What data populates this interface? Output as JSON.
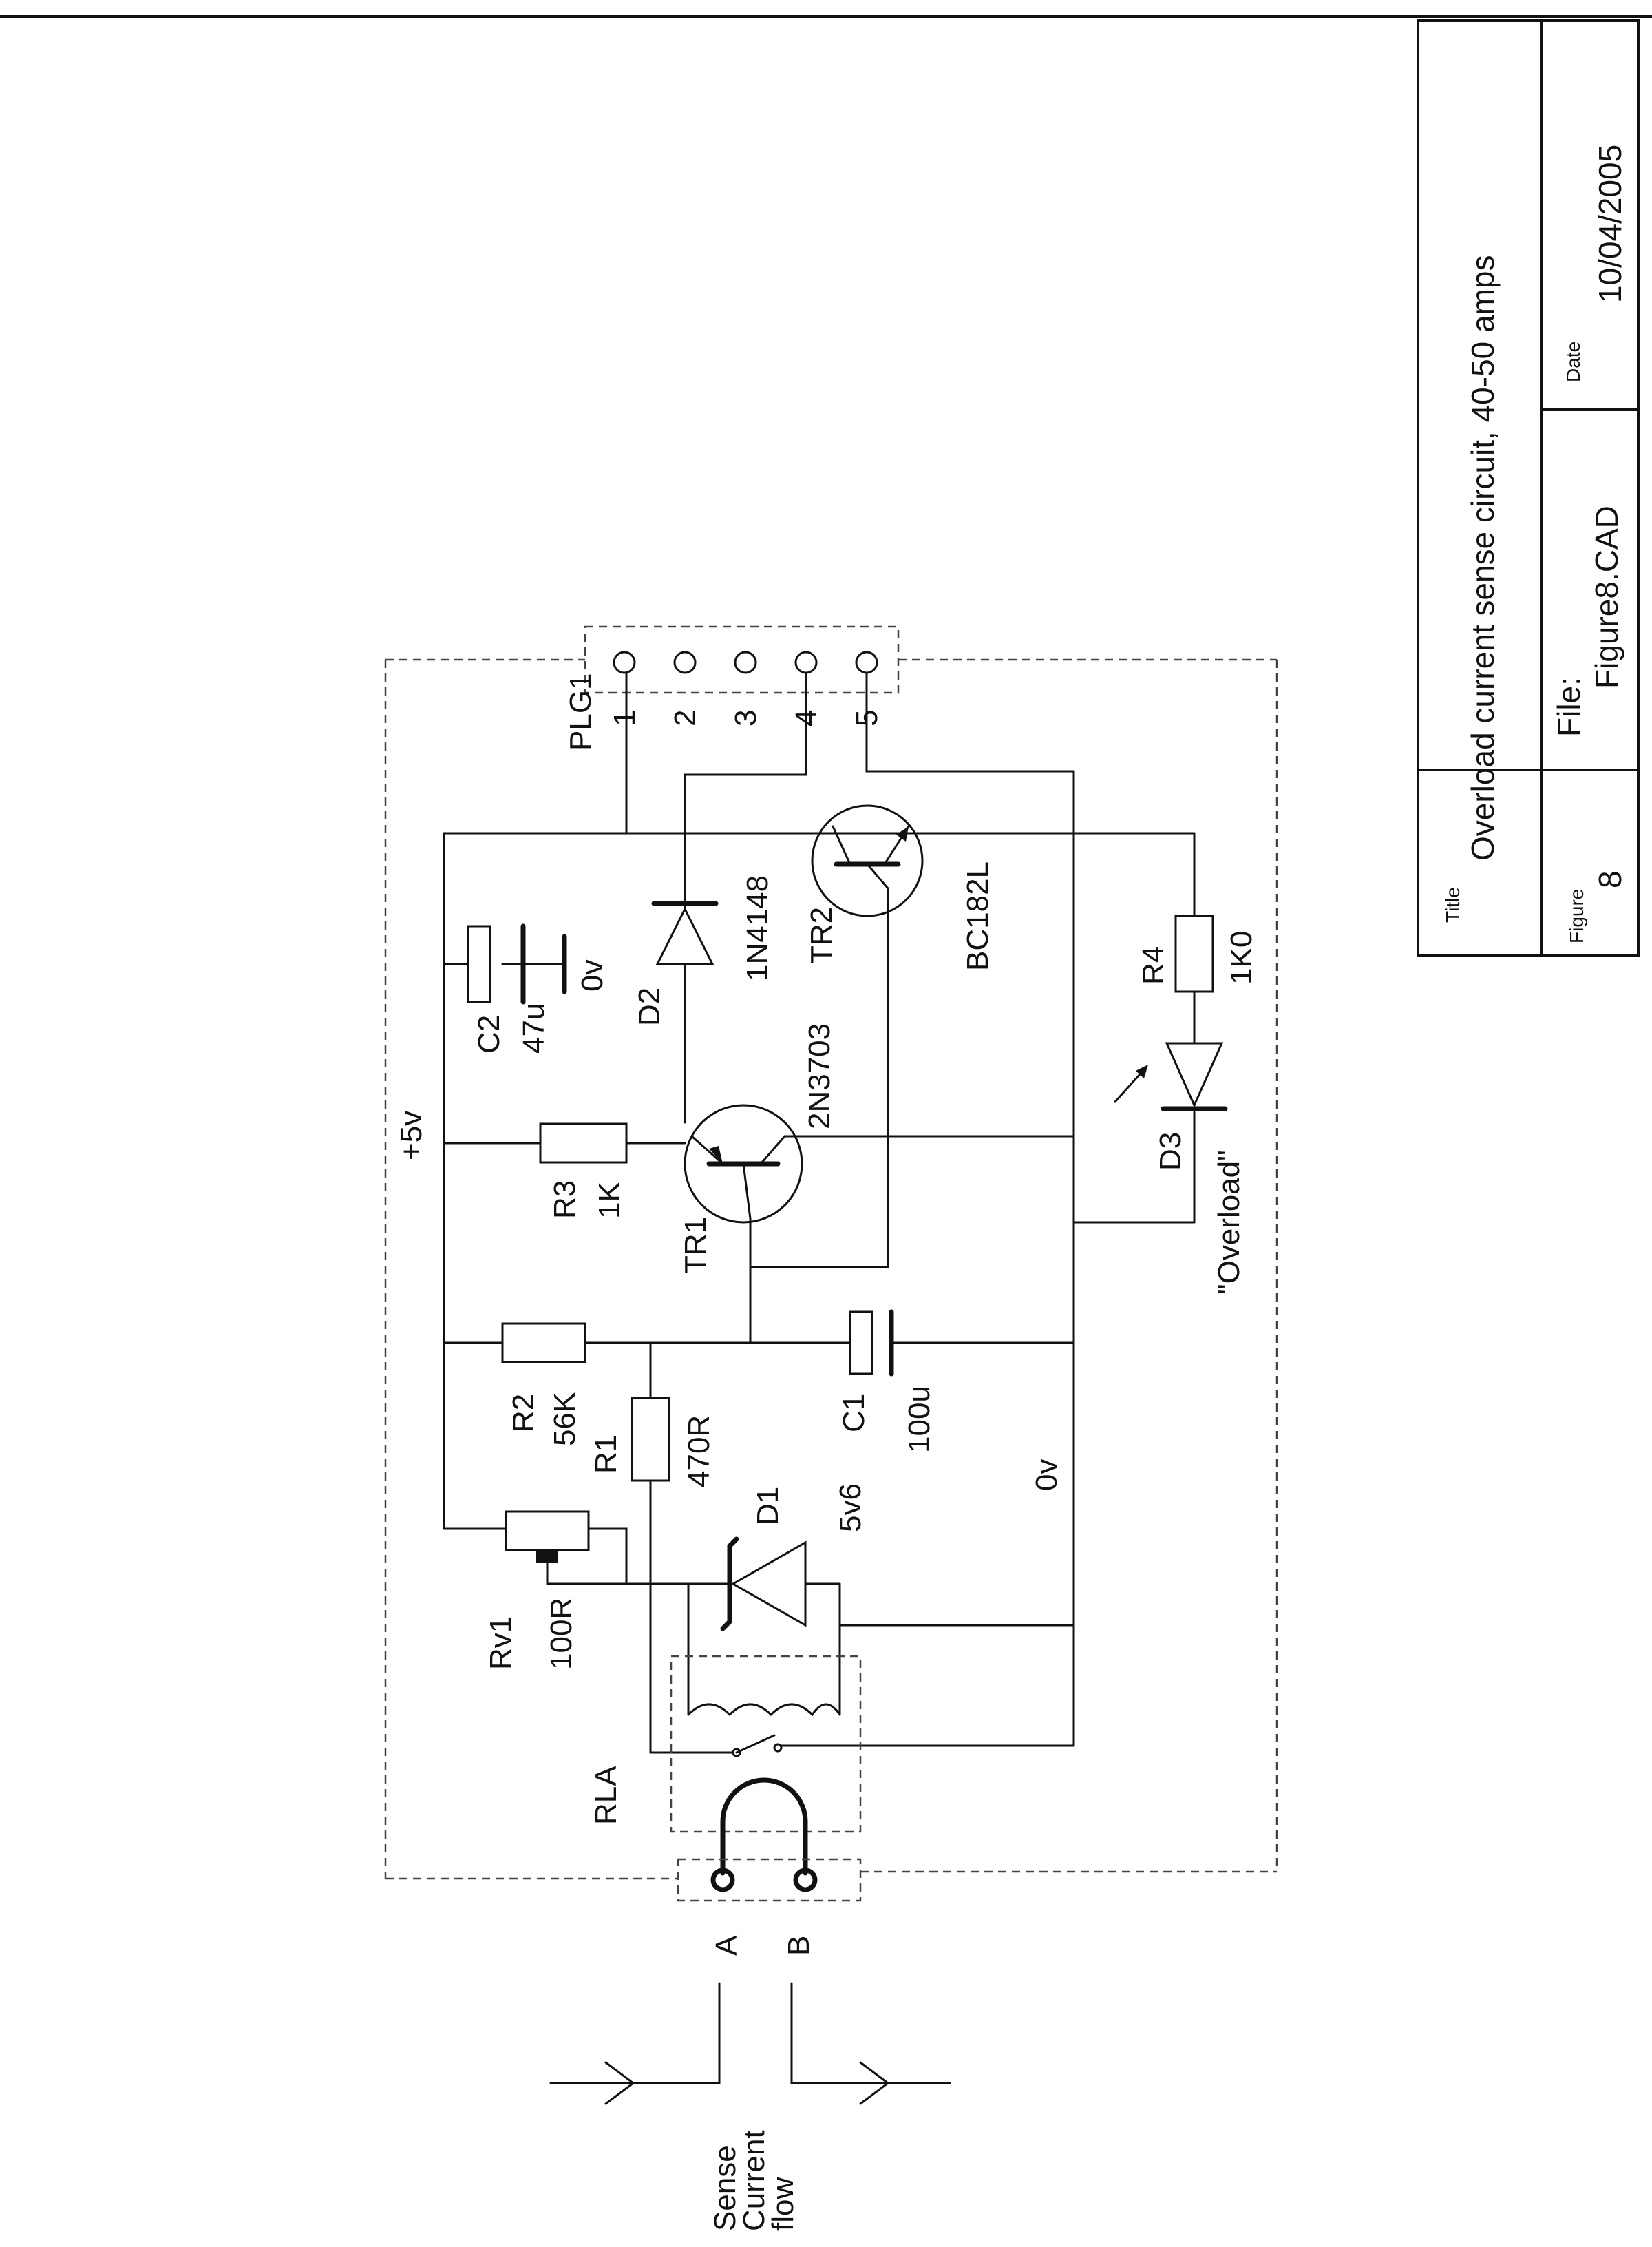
{
  "title_block": {
    "title_caption": "Title",
    "title": "Overload current sense circuit, 40-50 amps",
    "figure_caption": "Figure",
    "figure": "8",
    "file_caption": "File:",
    "file": "Figure8.CAD",
    "date_caption": "Date",
    "date": "10/04/2005"
  },
  "input": {
    "sense_line1": "Sense",
    "sense_line2": "Current",
    "sense_line3": "flow",
    "terminal_a": "A",
    "terminal_b": "B"
  },
  "connector": {
    "name": "PLG1",
    "pins": [
      "1",
      "2",
      "3",
      "4",
      "5"
    ]
  },
  "components": {
    "c2": {
      "ref": "C2",
      "value": "47u"
    },
    "gnd_c2": "0v",
    "d2": {
      "ref": "D2",
      "value": "1N4148"
    },
    "tr2": {
      "ref": "TR2",
      "value": "BC182L"
    },
    "r4": {
      "ref": "R4",
      "value": "1K0"
    },
    "d3": {
      "ref": "D3",
      "value": "\"Overload\""
    },
    "supply": "+5v",
    "r3": {
      "ref": "R3",
      "value": "1K"
    },
    "tr1": {
      "ref": "TR1",
      "value": "2N3703"
    },
    "r2": {
      "ref": "R2",
      "value": "56K"
    },
    "r1": {
      "ref": "R1",
      "value": "470R"
    },
    "c1": {
      "ref": "C1",
      "value": "100u"
    },
    "d1": {
      "ref": "D1",
      "value": "5v6"
    },
    "rail_0v": "0v",
    "rv1": {
      "ref": "Rv1",
      "value": "100R"
    },
    "relay": "RLA"
  }
}
